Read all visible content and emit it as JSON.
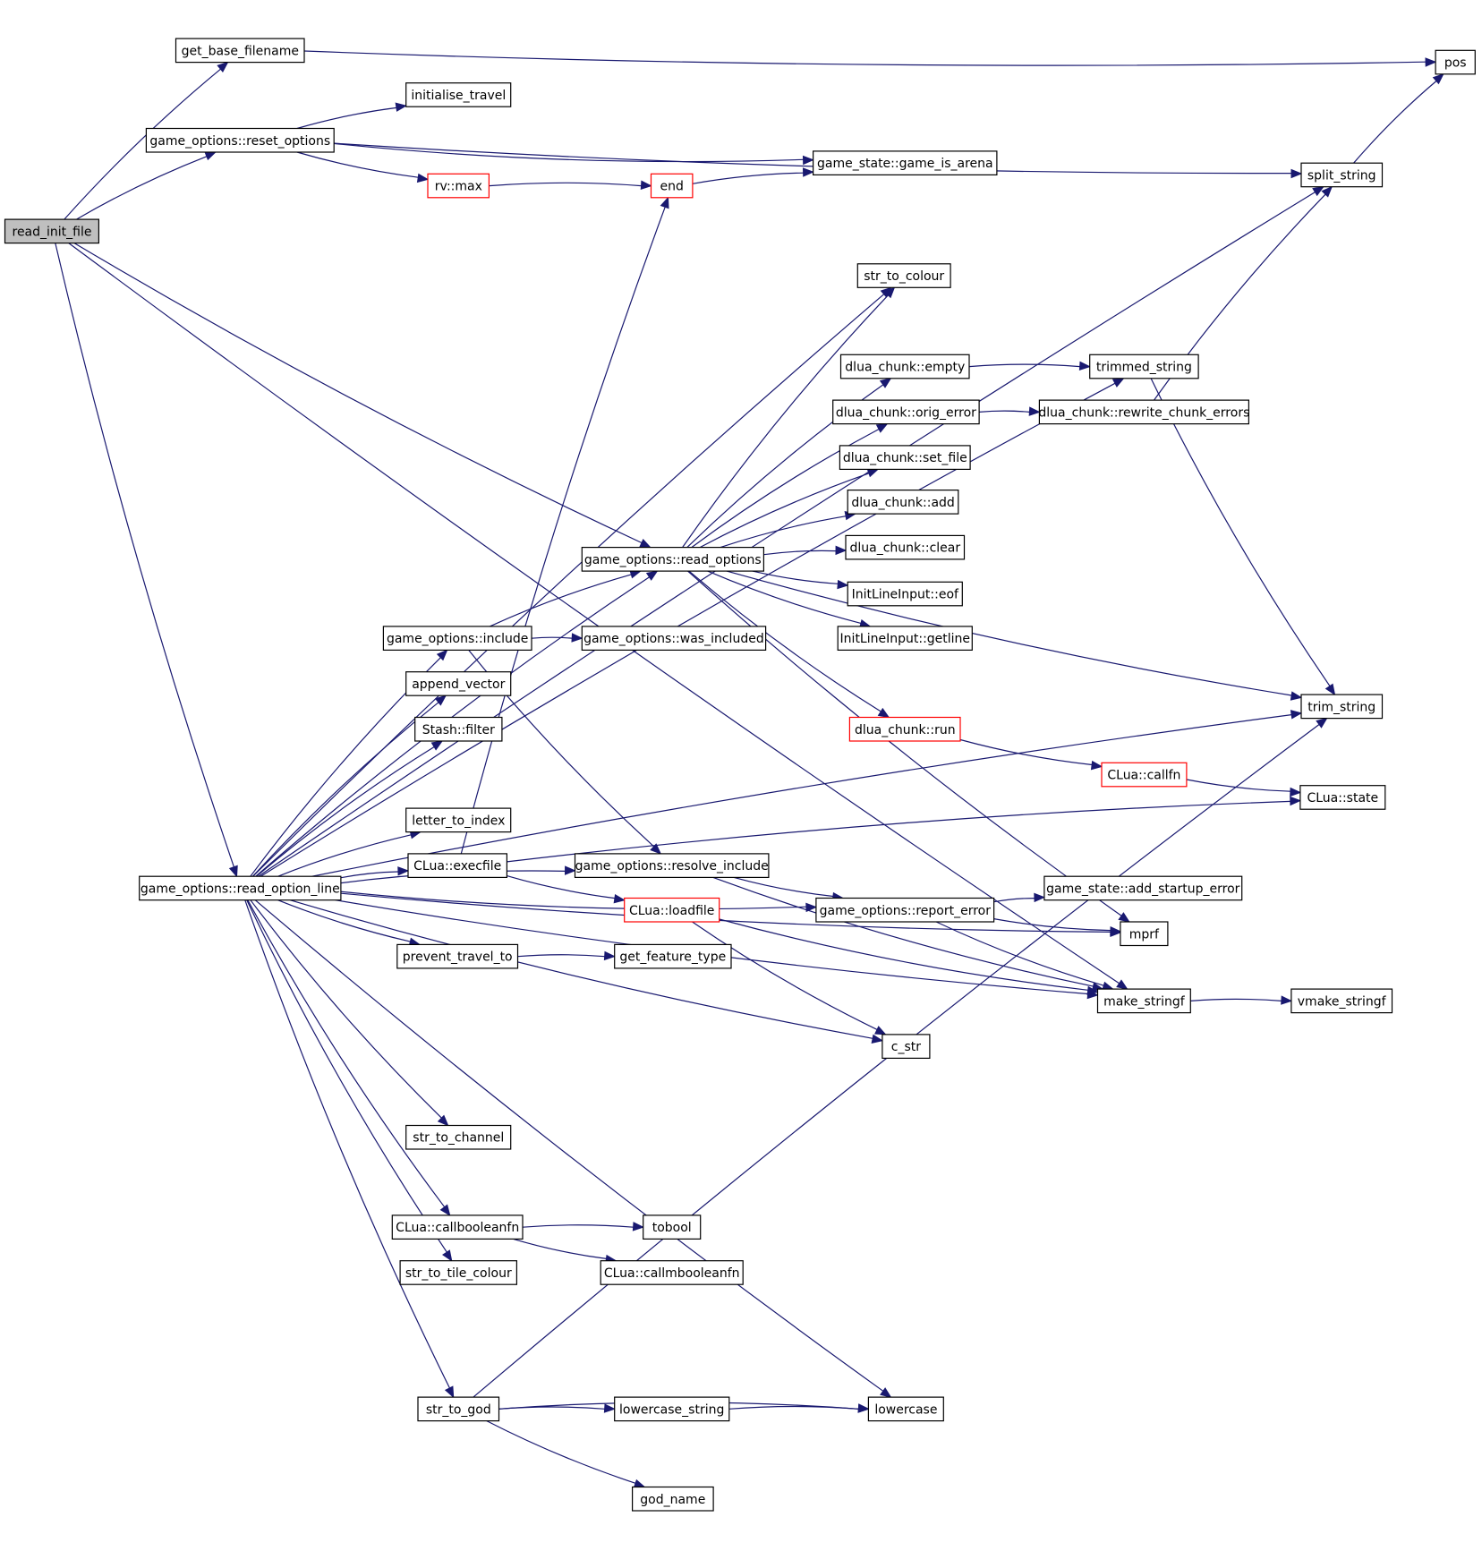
{
  "graph": {
    "colors": {
      "edge": "#191970",
      "node_border": "#000000",
      "red_border": "#ff0000",
      "root_fill": "#bfbfbf",
      "background": "#ffffff"
    },
    "nodes": [
      {
        "id": "read_init_file",
        "label": "read_init_file",
        "style": "root"
      },
      {
        "id": "get_base_filename",
        "label": "get_base_filename"
      },
      {
        "id": "pos",
        "label": "pos"
      },
      {
        "id": "reset_options",
        "label": "game_options::reset_options"
      },
      {
        "id": "initialise_travel",
        "label": "initialise_travel"
      },
      {
        "id": "game_is_arena",
        "label": "game_state::game_is_arena"
      },
      {
        "id": "rv_max",
        "label": "rv::max",
        "style": "red"
      },
      {
        "id": "end",
        "label": "end",
        "style": "red"
      },
      {
        "id": "split_string",
        "label": "split_string"
      },
      {
        "id": "str_to_colour",
        "label": "str_to_colour"
      },
      {
        "id": "chunk_empty",
        "label": "dlua_chunk::empty"
      },
      {
        "id": "trimmed_string",
        "label": "trimmed_string"
      },
      {
        "id": "orig_error",
        "label": "dlua_chunk::orig_error"
      },
      {
        "id": "rewrite_chunk_errors",
        "label": "dlua_chunk::rewrite_chunk_errors"
      },
      {
        "id": "set_file",
        "label": "dlua_chunk::set_file"
      },
      {
        "id": "chunk_add",
        "label": "dlua_chunk::add"
      },
      {
        "id": "chunk_clear",
        "label": "dlua_chunk::clear"
      },
      {
        "id": "read_options",
        "label": "game_options::read_options"
      },
      {
        "id": "eof",
        "label": "InitLineInput::eof"
      },
      {
        "id": "getline",
        "label": "InitLineInput::getline"
      },
      {
        "id": "include",
        "label": "game_options::include"
      },
      {
        "id": "was_included",
        "label": "game_options::was_included"
      },
      {
        "id": "append_vector",
        "label": "append_vector"
      },
      {
        "id": "trim_string",
        "label": "trim_string"
      },
      {
        "id": "stash_filter",
        "label": "Stash::filter"
      },
      {
        "id": "chunk_run",
        "label": "dlua_chunk::run",
        "style": "red"
      },
      {
        "id": "callfn",
        "label": "CLua::callfn",
        "style": "red"
      },
      {
        "id": "clua_state",
        "label": "CLua::state"
      },
      {
        "id": "letter_to_index",
        "label": "letter_to_index"
      },
      {
        "id": "execfile",
        "label": "CLua::execfile"
      },
      {
        "id": "resolve_include",
        "label": "game_options::resolve_include"
      },
      {
        "id": "read_option_line",
        "label": "game_options::read_option_line"
      },
      {
        "id": "add_startup_error",
        "label": "game_state::add_startup_error"
      },
      {
        "id": "loadfile",
        "label": "CLua::loadfile",
        "style": "red"
      },
      {
        "id": "report_error",
        "label": "game_options::report_error"
      },
      {
        "id": "mprf",
        "label": "mprf"
      },
      {
        "id": "prevent_travel_to",
        "label": "prevent_travel_to"
      },
      {
        "id": "get_feature_type",
        "label": "get_feature_type"
      },
      {
        "id": "make_stringf",
        "label": "make_stringf"
      },
      {
        "id": "vmake_stringf",
        "label": "vmake_stringf"
      },
      {
        "id": "c_str",
        "label": "c_str"
      },
      {
        "id": "str_to_channel",
        "label": "str_to_channel"
      },
      {
        "id": "callbooleanfn",
        "label": "CLua::callbooleanfn"
      },
      {
        "id": "tobool",
        "label": "tobool"
      },
      {
        "id": "str_to_tile_colour",
        "label": "str_to_tile_colour"
      },
      {
        "id": "callmbooleanfn",
        "label": "CLua::callmbooleanfn"
      },
      {
        "id": "str_to_god",
        "label": "str_to_god"
      },
      {
        "id": "lowercase_string",
        "label": "lowercase_string"
      },
      {
        "id": "lowercase",
        "label": "lowercase"
      },
      {
        "id": "god_name",
        "label": "god_name"
      }
    ],
    "edges": [
      [
        "read_init_file",
        "get_base_filename"
      ],
      [
        "read_init_file",
        "reset_options"
      ],
      [
        "read_init_file",
        "read_options"
      ],
      [
        "read_init_file",
        "read_option_line"
      ],
      [
        "read_init_file",
        "make_stringf"
      ],
      [
        "get_base_filename",
        "pos"
      ],
      [
        "reset_options",
        "initialise_travel"
      ],
      [
        "reset_options",
        "game_is_arena"
      ],
      [
        "reset_options",
        "rv_max"
      ],
      [
        "reset_options",
        "split_string"
      ],
      [
        "rv_max",
        "end"
      ],
      [
        "end",
        "game_is_arena"
      ],
      [
        "split_string",
        "pos"
      ],
      [
        "read_option_line",
        "split_string"
      ],
      [
        "read_option_line",
        "str_to_colour"
      ],
      [
        "read_option_line",
        "trimmed_string"
      ],
      [
        "read_option_line",
        "read_options"
      ],
      [
        "read_option_line",
        "include"
      ],
      [
        "read_option_line",
        "append_vector"
      ],
      [
        "read_option_line",
        "stash_filter"
      ],
      [
        "read_option_line",
        "trim_string"
      ],
      [
        "read_option_line",
        "letter_to_index"
      ],
      [
        "read_option_line",
        "execfile"
      ],
      [
        "read_option_line",
        "resolve_include"
      ],
      [
        "read_option_line",
        "prevent_travel_to"
      ],
      [
        "read_option_line",
        "report_error"
      ],
      [
        "read_option_line",
        "c_str"
      ],
      [
        "read_option_line",
        "mprf"
      ],
      [
        "read_option_line",
        "make_stringf"
      ],
      [
        "read_option_line",
        "str_to_channel"
      ],
      [
        "read_option_line",
        "callbooleanfn"
      ],
      [
        "read_option_line",
        "str_to_tile_colour"
      ],
      [
        "read_option_line",
        "lowercase"
      ],
      [
        "read_option_line",
        "str_to_god"
      ],
      [
        "read_options",
        "str_to_colour"
      ],
      [
        "read_options",
        "chunk_empty"
      ],
      [
        "read_options",
        "orig_error"
      ],
      [
        "read_options",
        "set_file"
      ],
      [
        "read_options",
        "chunk_add"
      ],
      [
        "read_options",
        "chunk_clear"
      ],
      [
        "read_options",
        "eof"
      ],
      [
        "read_options",
        "getline"
      ],
      [
        "read_options",
        "trim_string"
      ],
      [
        "read_options",
        "chunk_run"
      ],
      [
        "read_options",
        "mprf"
      ],
      [
        "chunk_empty",
        "trimmed_string"
      ],
      [
        "trimmed_string",
        "trim_string"
      ],
      [
        "orig_error",
        "rewrite_chunk_errors"
      ],
      [
        "rewrite_chunk_errors",
        "split_string"
      ],
      [
        "include",
        "read_options"
      ],
      [
        "include",
        "was_included"
      ],
      [
        "include",
        "resolve_include"
      ],
      [
        "chunk_run",
        "callfn"
      ],
      [
        "callfn",
        "clua_state"
      ],
      [
        "execfile",
        "end"
      ],
      [
        "execfile",
        "clua_state"
      ],
      [
        "execfile",
        "loadfile"
      ],
      [
        "resolve_include",
        "report_error"
      ],
      [
        "resolve_include",
        "make_stringf"
      ],
      [
        "loadfile",
        "c_str"
      ],
      [
        "loadfile",
        "make_stringf"
      ],
      [
        "report_error",
        "add_startup_error"
      ],
      [
        "report_error",
        "mprf"
      ],
      [
        "report_error",
        "make_stringf"
      ],
      [
        "make_stringf",
        "vmake_stringf"
      ],
      [
        "prevent_travel_to",
        "get_feature_type"
      ],
      [
        "callbooleanfn",
        "tobool"
      ],
      [
        "callbooleanfn",
        "callmbooleanfn"
      ],
      [
        "str_to_god",
        "lowercase_string"
      ],
      [
        "str_to_god",
        "lowercase"
      ],
      [
        "str_to_god",
        "god_name"
      ],
      [
        "str_to_god",
        "trim_string"
      ],
      [
        "lowercase_string",
        "lowercase"
      ]
    ]
  }
}
